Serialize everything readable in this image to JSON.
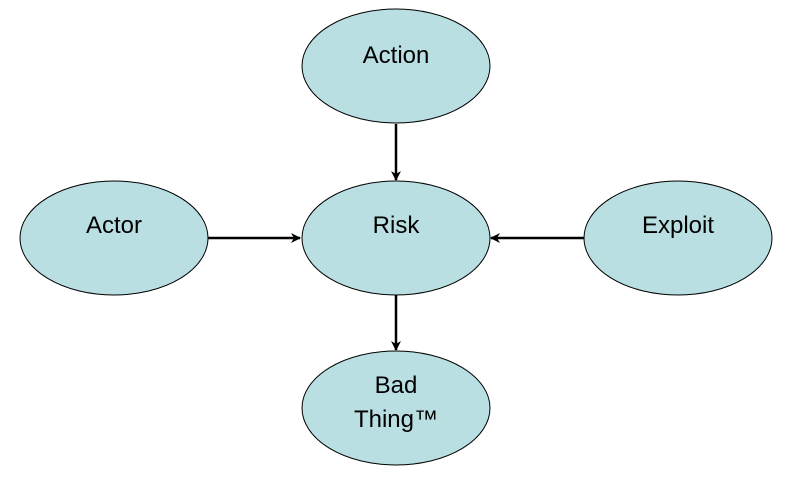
{
  "diagram": {
    "nodes": {
      "action": {
        "label": "Action"
      },
      "actor": {
        "label": "Actor"
      },
      "risk": {
        "label": "Risk"
      },
      "exploit": {
        "label": "Exploit"
      },
      "bad_thing": {
        "label_line1": "Bad",
        "label_line2": "Thing™"
      }
    },
    "edges": [
      {
        "from": "action",
        "to": "risk"
      },
      {
        "from": "actor",
        "to": "risk"
      },
      {
        "from": "exploit",
        "to": "risk"
      },
      {
        "from": "risk",
        "to": "bad_thing"
      }
    ],
    "colors": {
      "node_fill": "#b9dfe2",
      "node_stroke": "#000000",
      "arrow": "#000000"
    }
  }
}
